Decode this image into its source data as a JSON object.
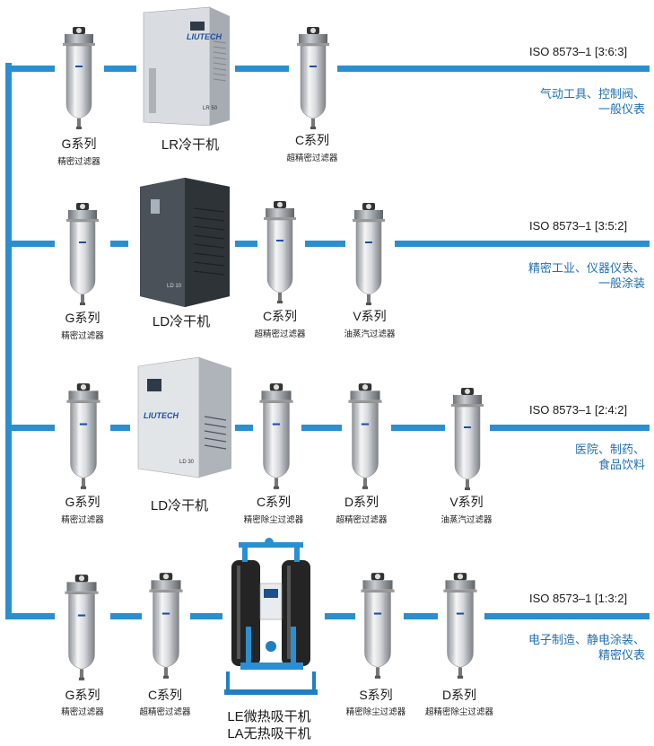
{
  "rows": [
    {
      "iso": "ISO 8573–1 [3:6:3]",
      "application": [
        "气动工具、控制阀、",
        "一般仪表"
      ],
      "items": [
        {
          "name": "G系列",
          "sub": "精密过滤器"
        },
        {
          "name": "LR冷干机",
          "sub": ""
        },
        {
          "name": "C系列",
          "sub": "超精密过滤器"
        }
      ]
    },
    {
      "iso": "ISO 8573–1 [3:5:2]",
      "application": [
        "精密工业、仪器仪表、",
        "一般涂装"
      ],
      "items": [
        {
          "name": "G系列",
          "sub": "精密过滤器"
        },
        {
          "name": "LD冷干机",
          "sub": ""
        },
        {
          "name": "C系列",
          "sub": "超精密过滤器"
        },
        {
          "name": "V系列",
          "sub": "油蒸汽过滤器"
        }
      ]
    },
    {
      "iso": "ISO 8573–1 [2:4:2]",
      "application": [
        "医院、制药、",
        "食品饮料"
      ],
      "items": [
        {
          "name": "G系列",
          "sub": "精密过滤器"
        },
        {
          "name": "LD冷干机",
          "sub": ""
        },
        {
          "name": "C系列",
          "sub": "精密除尘过滤器"
        },
        {
          "name": "D系列",
          "sub": "超精密过滤器"
        },
        {
          "name": "V系列",
          "sub": "油蒸汽过滤器"
        }
      ]
    },
    {
      "iso": "ISO 8573–1 [1:3:2]",
      "application": [
        "电子制造、静电涂装、",
        "精密仪表"
      ],
      "items": [
        {
          "name": "G系列",
          "sub": "精密过滤器"
        },
        {
          "name": "C系列",
          "sub": "超精密过滤器"
        },
        {
          "name": "LE微热吸干机",
          "name2": "LA无热吸干机",
          "sub": ""
        },
        {
          "name": "S系列",
          "sub": "精密除尘过滤器"
        },
        {
          "name": "D系列",
          "sub": "超精密除尘过滤器"
        }
      ]
    }
  ],
  "brand": "LIUTECH",
  "machine_tags": [
    "LR 50",
    "LD 10",
    "LD 30"
  ],
  "colors": {
    "line": "#2a8fd1",
    "app_text": "#1f6fb5"
  }
}
